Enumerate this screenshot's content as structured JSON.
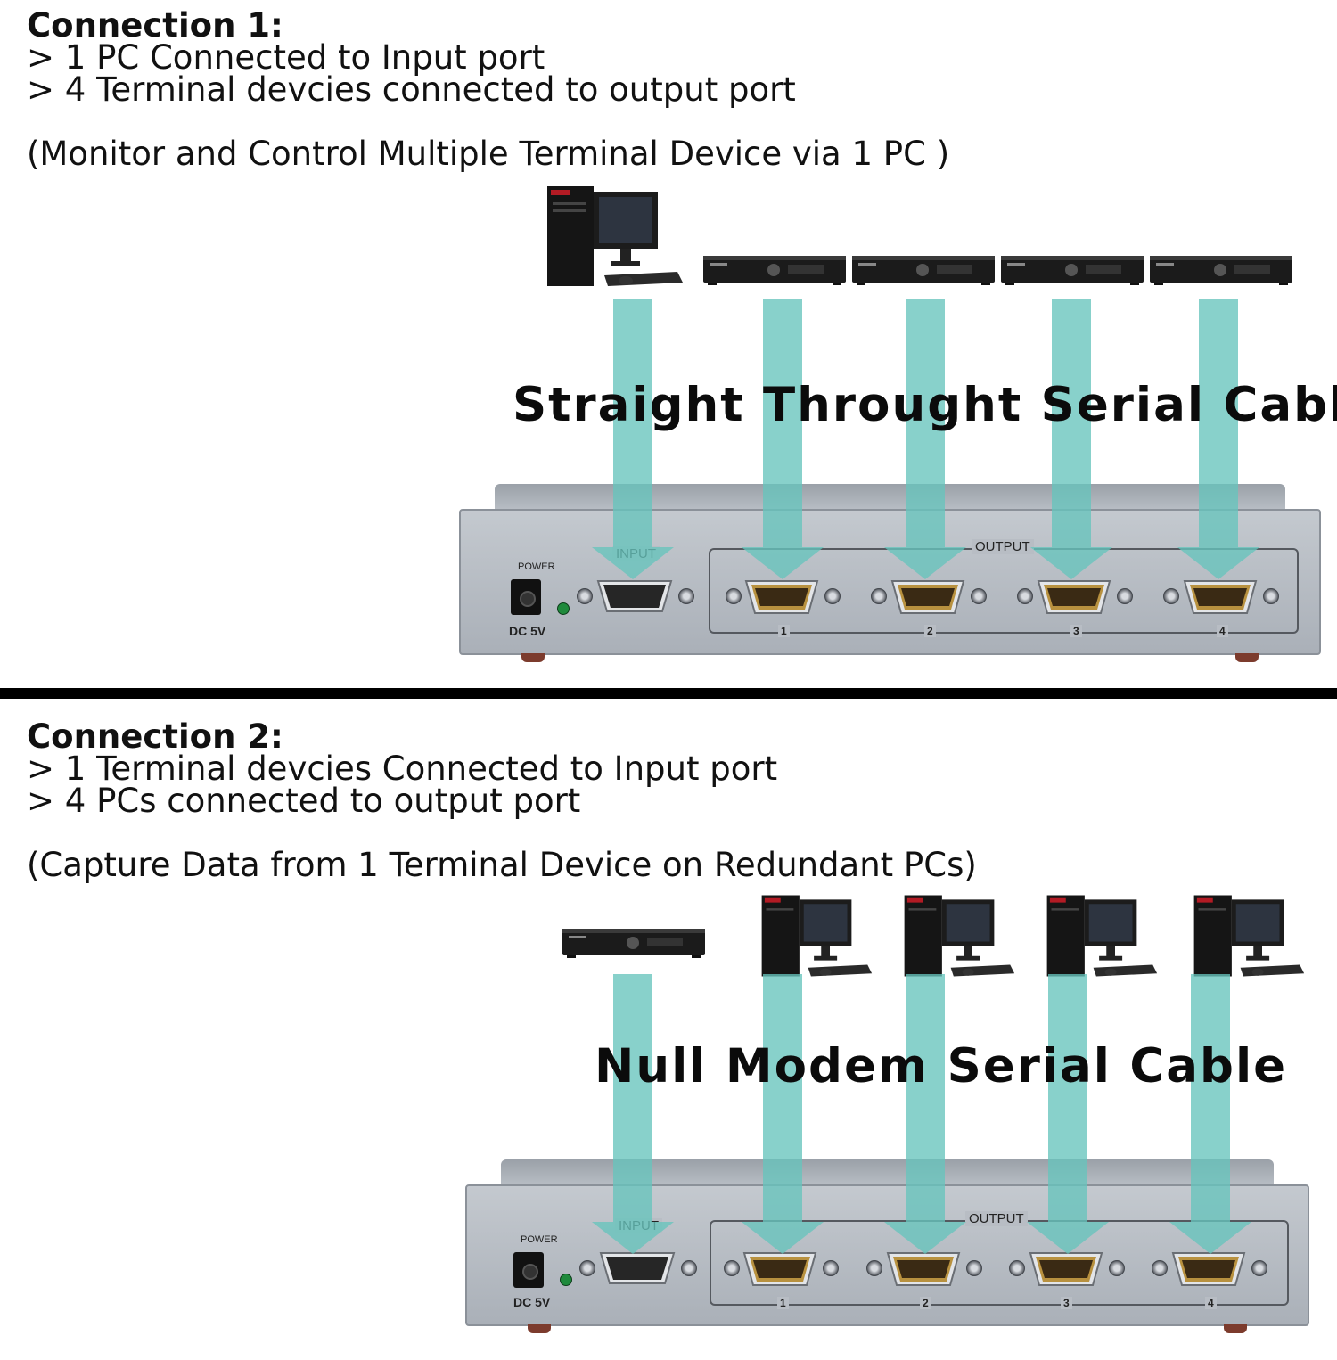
{
  "connection1": {
    "heading": "Connection 1:",
    "lines": [
      "> 1 PC Connected to Input port",
      "> 4 Terminal devcies connected to output port"
    ],
    "note": "(Monitor and Control Multiple Terminal Device via 1 PC )",
    "cable_title": "Straight Throught Serial Cable"
  },
  "connection2": {
    "heading": "Connection 2:",
    "lines": [
      "> 1 Terminal devcies Connected to Input port",
      "> 4 PCs connected to output port"
    ],
    "note": "(Capture Data from 1 Terminal Device on Redundant PCs)",
    "cable_title": "Null Modem Serial Cable"
  },
  "switch": {
    "power_label": "POWER",
    "dc_label": "DC 5V",
    "input_label": "INPUT",
    "output_label": "OUTPUT",
    "port_numbers": [
      "1",
      "2",
      "3",
      "4"
    ]
  },
  "colors": {
    "arrow": "#66c4bc",
    "divider": "#000000",
    "switch_body": "#b8bdc4",
    "port_gold": "#c9a24a"
  },
  "icons": {
    "pc": "desktop-pc-icon",
    "terminal": "dvr-terminal-device-icon",
    "switch": "serial-switch-box-icon"
  }
}
